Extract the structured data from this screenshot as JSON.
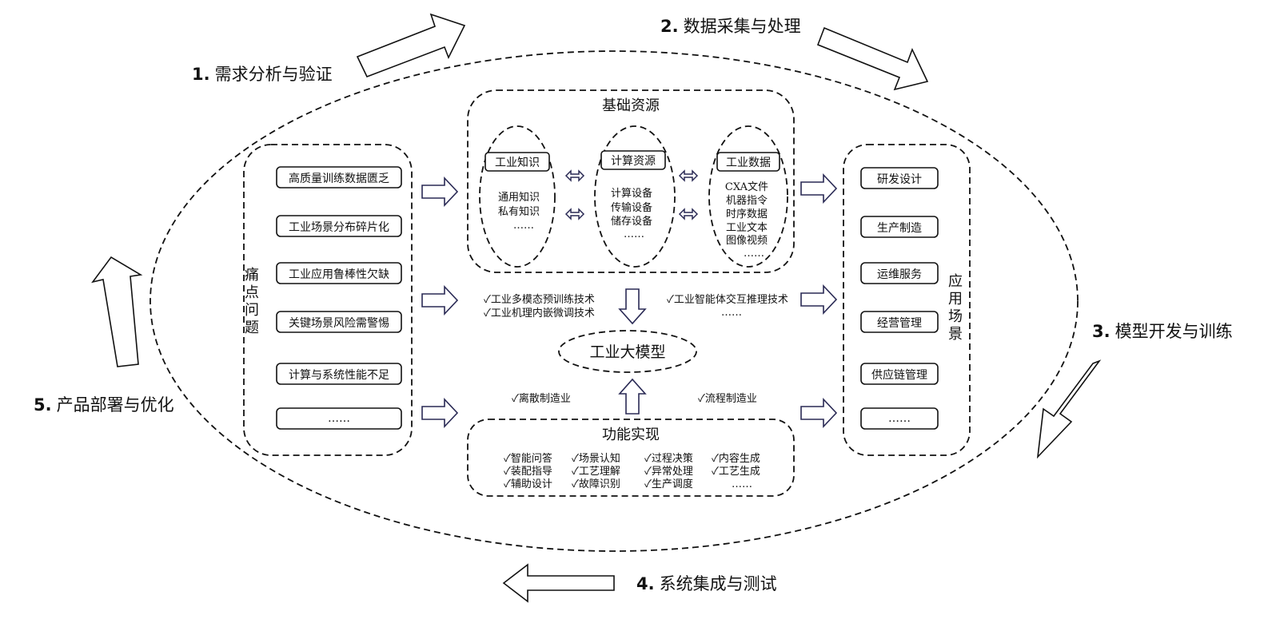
{
  "stages": {
    "s1_num": "1.",
    "s1_label": "需求分析与验证",
    "s2_num": "2.",
    "s2_label": "数据采集与处理",
    "s3_num": "3.",
    "s3_label": "模型开发与训练",
    "s4_num": "4.",
    "s4_label": "系统集成与测试",
    "s5_num": "5.",
    "s5_label": "产品部署与优化"
  },
  "pain_points": {
    "title_chars": [
      "痛",
      "点",
      "问",
      "题"
    ],
    "items": [
      "高质量训练数据匮乏",
      "工业场景分布碎片化",
      "工业应用鲁棒性欠缺",
      "关键场景风险需警惕",
      "计算与系统性能不足",
      "……"
    ]
  },
  "resources": {
    "title": "基础资源",
    "knowledge": {
      "label": "工业知识",
      "lines": [
        "通用知识",
        "私有知识",
        "……"
      ]
    },
    "compute": {
      "label": "计算资源",
      "lines": [
        "计算设备",
        "传输设备",
        "储存设备",
        "……"
      ]
    },
    "data": {
      "label": "工业数据",
      "lines": [
        "CXA文件",
        "机器指令",
        "时序数据",
        "工业文本",
        "图像视频",
        "……"
      ]
    }
  },
  "techniques": {
    "left": [
      "✓工业多模态预训练技术",
      "✓工业机理内嵌微调技术"
    ],
    "right": [
      "✓工业智能体交互推理技术",
      "……"
    ]
  },
  "core_model": "工业大模型",
  "manufacturing": {
    "left": "✓离散制造业",
    "right": "✓流程制造业"
  },
  "functions": {
    "title": "功能实现",
    "col1": [
      "✓智能问答",
      "✓装配指导",
      "✓辅助设计"
    ],
    "col2": [
      "✓场景认知",
      "✓工艺理解",
      "✓故障识别"
    ],
    "col3": [
      "✓过程决策",
      "✓异常处理",
      "✓生产调度"
    ],
    "col4": [
      "✓内容生成",
      "✓工艺生成",
      "……"
    ]
  },
  "scenarios": {
    "title_chars": [
      "应",
      "用",
      "场",
      "景"
    ],
    "items": [
      "研发设计",
      "生产制造",
      "运维服务",
      "经营管理",
      "供应链管理",
      "……"
    ]
  }
}
